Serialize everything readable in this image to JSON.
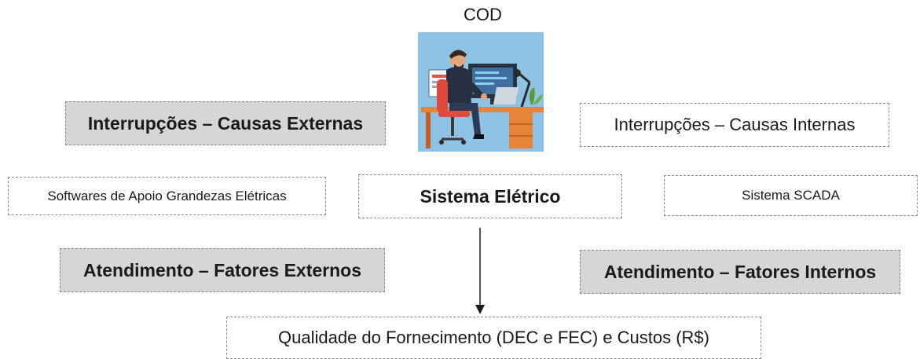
{
  "cod": {
    "label": "COD",
    "illustration": "person-at-computer-desk"
  },
  "boxes": {
    "interrupcoes_externas": "Interrupções – Causas Externas",
    "interrupcoes_internas": "Interrupções – Causas Internas",
    "softwares": "Softwares de Apoio  Grandezas Elétricas",
    "sistema_eletrico": "Sistema Elétrico",
    "scada": "Sistema SCADA",
    "atendimento_externos": "Atendimento – Fatores Externos",
    "atendimento_internos": "Atendimento – Fatores Internos",
    "qualidade": "Qualidade do Fornecimento (DEC e FEC) e Custos (R$)"
  },
  "colors": {
    "gray_box": "#d6d6d6",
    "border": "#8a8a8a",
    "illustration_bg": "#8fc3e6"
  }
}
